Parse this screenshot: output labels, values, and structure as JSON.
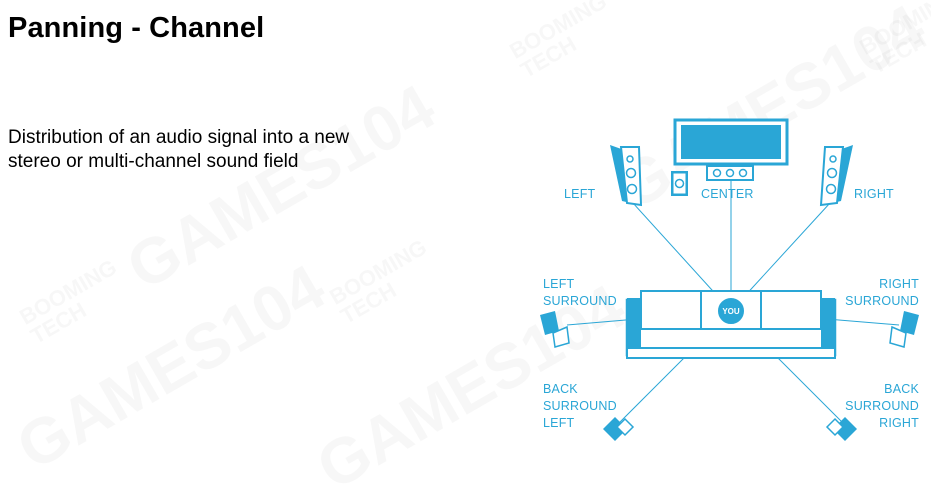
{
  "slide": {
    "title": "Panning - Channel",
    "description_line1": "Distribution of an audio signal into a new",
    "description_line2": "stereo or multi-channel sound field"
  },
  "watermark": {
    "brand_line1": "BOOMING",
    "brand_line2": "TECH",
    "games_text": "GAMES104"
  },
  "diagram": {
    "accent_color": "#2aa6d6",
    "labels": {
      "left": "LEFT",
      "center": "CENTER",
      "right": "RIGHT",
      "left_surround_line1": "LEFT",
      "left_surround_line2": "SURROUND",
      "right_surround_line1": "RIGHT",
      "right_surround_line2": "SURROUND",
      "back_left_line1": "BACK",
      "back_left_line2": "SURROUND",
      "back_left_line3": "LEFT",
      "back_right_line1": "BACK",
      "back_right_line2": "SURROUND",
      "back_right_line3": "RIGHT",
      "you": "YOU"
    },
    "icons": [
      "tv-icon",
      "center-speaker-icon",
      "subwoofer-icon",
      "left-tower-speaker-icon",
      "right-tower-speaker-icon",
      "left-surround-speaker-icon",
      "right-surround-speaker-icon",
      "back-left-speaker-icon",
      "back-right-speaker-icon",
      "sofa-icon"
    ]
  }
}
